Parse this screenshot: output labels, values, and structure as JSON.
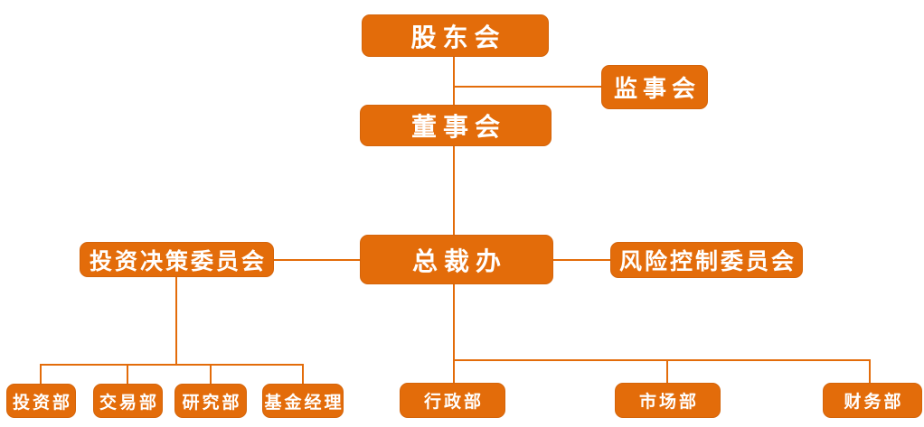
{
  "org_chart": {
    "type": "organization-chart",
    "accent_color": "#E36C0A",
    "text_color": "#ffffff",
    "background_color": "#ffffff",
    "nodes": {
      "shareholders": {
        "label": "股东会"
      },
      "supervisory": {
        "label": "监事会"
      },
      "board": {
        "label": "董事会"
      },
      "investment_committee": {
        "label": "投资决策委员会"
      },
      "president_office": {
        "label": "总裁办"
      },
      "risk_committee": {
        "label": "风险控制委员会"
      },
      "investment_dept": {
        "label": "投资部"
      },
      "trading_dept": {
        "label": "交易部"
      },
      "research_dept": {
        "label": "研究部"
      },
      "fund_manager": {
        "label": "基金经理"
      },
      "admin_dept": {
        "label": "行政部"
      },
      "marketing_dept": {
        "label": "市场部"
      },
      "finance_dept": {
        "label": "财务部"
      }
    },
    "edges": [
      {
        "from": "股东会",
        "to": "监事会"
      },
      {
        "from": "股东会",
        "to": "董事会"
      },
      {
        "from": "董事会",
        "to": "总裁办"
      },
      {
        "from": "总裁办",
        "to": "投资决策委员会"
      },
      {
        "from": "总裁办",
        "to": "风险控制委员会"
      },
      {
        "from": "投资决策委员会",
        "to": "投资部"
      },
      {
        "from": "投资决策委员会",
        "to": "交易部"
      },
      {
        "from": "投资决策委员会",
        "to": "研究部"
      },
      {
        "from": "投资决策委员会",
        "to": "基金经理"
      },
      {
        "from": "总裁办",
        "to": "行政部"
      },
      {
        "from": "总裁办",
        "to": "市场部"
      },
      {
        "from": "总裁办",
        "to": "财务部"
      }
    ]
  }
}
